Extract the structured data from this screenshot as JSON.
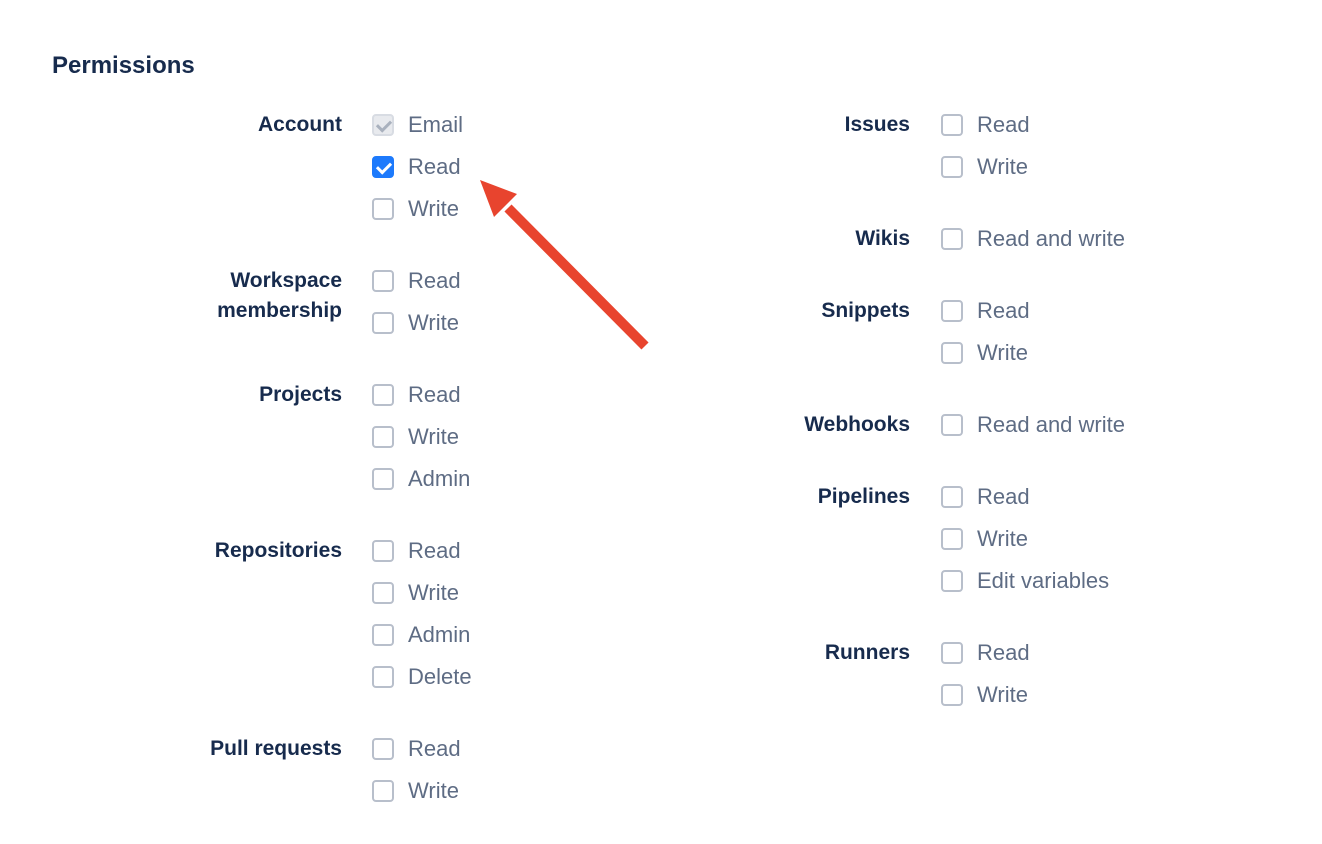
{
  "heading": "Permissions",
  "colors": {
    "heading_text": "#172B4D",
    "group_label_text": "#172B4D",
    "option_label_text": "#5E6C84",
    "checkbox_border": "#B8BFCB",
    "checkbox_checked_fill": "#1D7AFC",
    "checkbox_disabled_fill": "#E8EAEE",
    "checkbox_disabled_border": "#D8DCE3",
    "checkbox_disabled_check": "#A9B1BE",
    "arrow_color": "#E8442E"
  },
  "annotation": {
    "type": "arrow",
    "points_to": "Account Read checkbox"
  },
  "columns": {
    "left": [
      {
        "label": "Account",
        "options": [
          {
            "label": "Email",
            "state": "disabled-checked"
          },
          {
            "label": "Read",
            "state": "checked"
          },
          {
            "label": "Write",
            "state": "unchecked"
          }
        ]
      },
      {
        "label": "Workspace membership",
        "options": [
          {
            "label": "Read",
            "state": "unchecked"
          },
          {
            "label": "Write",
            "state": "unchecked"
          }
        ]
      },
      {
        "label": "Projects",
        "options": [
          {
            "label": "Read",
            "state": "unchecked"
          },
          {
            "label": "Write",
            "state": "unchecked"
          },
          {
            "label": "Admin",
            "state": "unchecked"
          }
        ]
      },
      {
        "label": "Repositories",
        "options": [
          {
            "label": "Read",
            "state": "unchecked"
          },
          {
            "label": "Write",
            "state": "unchecked"
          },
          {
            "label": "Admin",
            "state": "unchecked"
          },
          {
            "label": "Delete",
            "state": "unchecked"
          }
        ]
      },
      {
        "label": "Pull requests",
        "options": [
          {
            "label": "Read",
            "state": "unchecked"
          },
          {
            "label": "Write",
            "state": "unchecked"
          }
        ]
      }
    ],
    "right": [
      {
        "label": "Issues",
        "options": [
          {
            "label": "Read",
            "state": "unchecked"
          },
          {
            "label": "Write",
            "state": "unchecked"
          }
        ]
      },
      {
        "label": "Wikis",
        "options": [
          {
            "label": "Read and write",
            "state": "unchecked"
          }
        ]
      },
      {
        "label": "Snippets",
        "options": [
          {
            "label": "Read",
            "state": "unchecked"
          },
          {
            "label": "Write",
            "state": "unchecked"
          }
        ]
      },
      {
        "label": "Webhooks",
        "options": [
          {
            "label": "Read and write",
            "state": "unchecked"
          }
        ]
      },
      {
        "label": "Pipelines",
        "options": [
          {
            "label": "Read",
            "state": "unchecked"
          },
          {
            "label": "Write",
            "state": "unchecked"
          },
          {
            "label": "Edit variables",
            "state": "unchecked"
          }
        ]
      },
      {
        "label": "Runners",
        "options": [
          {
            "label": "Read",
            "state": "unchecked"
          },
          {
            "label": "Write",
            "state": "unchecked"
          }
        ]
      }
    ]
  }
}
